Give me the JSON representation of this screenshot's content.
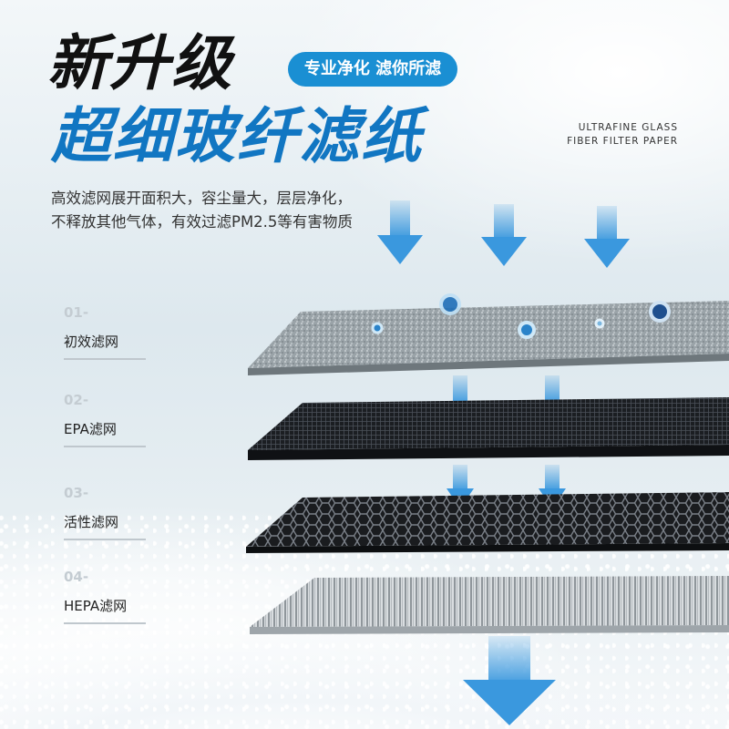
{
  "header": {
    "title_line1": "新升级",
    "badge": "专业净化 滤你所滤",
    "title_line2": "超细玻纤滤纸",
    "english_line1": "ULTRAFINE GLASS",
    "english_line2": "FIBER FILTER PAPER"
  },
  "description": {
    "line1": "高效滤网展开面积大，容尘量大，层层净化，",
    "line2": "不释放其他气体，有效过滤PM2.5等有害物质"
  },
  "layers": [
    {
      "number": "01-",
      "name": "初效滤网"
    },
    {
      "number": "02-",
      "name": "EPA滤网"
    },
    {
      "number": "03-",
      "name": "活性滤网"
    },
    {
      "number": "04-",
      "name": "HEPA滤网"
    }
  ],
  "colors": {
    "accent": "#1a8fd3",
    "title_blue": "#1176c2",
    "arrow_blue": "#3a98de"
  }
}
